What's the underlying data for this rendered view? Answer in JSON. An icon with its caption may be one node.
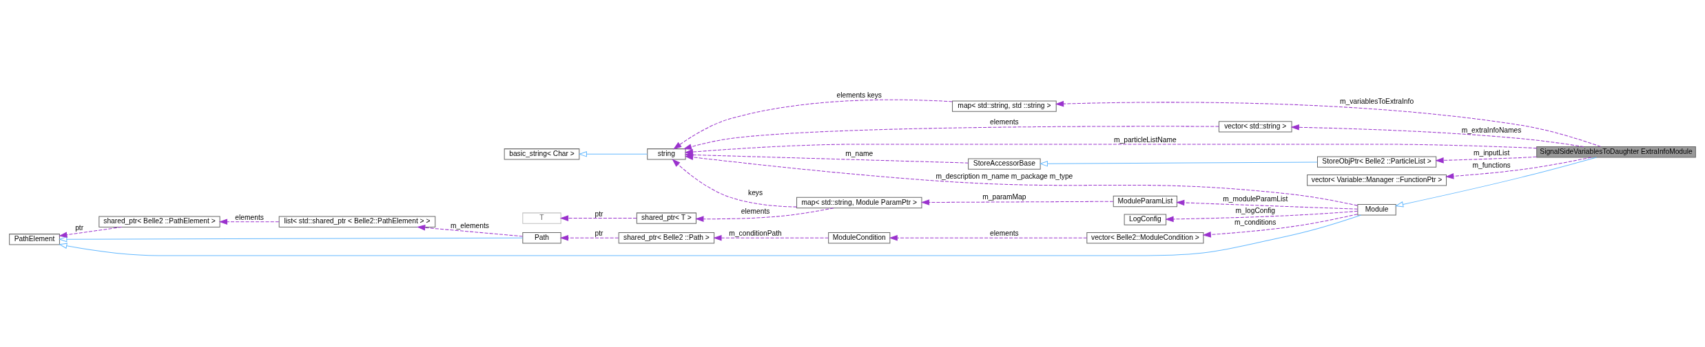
{
  "diagram": {
    "nodes": [
      {
        "text": [
          "SignalSideVariablesToDaughter ExtraInfoModule"
        ]
      },
      {
        "text": [
          "vector< std::string >"
        ]
      },
      {
        "text": [
          "string"
        ]
      },
      {
        "text": [
          "basic_string< Char >"
        ]
      },
      {
        "text": [
          "StoreObjPtr< Belle2 ::ParticleList >"
        ]
      },
      {
        "text": [
          "StoreAccessorBase"
        ]
      },
      {
        "text": [
          "map< std::string, std ::string >"
        ]
      },
      {
        "text": [
          "vector< Variable::Manager ::FunctionPtr >"
        ]
      },
      {
        "text": [
          "Module"
        ]
      },
      {
        "text": [
          "vector< Belle2::ModuleCondition >"
        ]
      },
      {
        "text": [
          "ModuleCondition"
        ]
      },
      {
        "text": [
          "shared_ptr< Belle2 ::Path >"
        ]
      },
      {
        "text": [
          "Path"
        ]
      },
      {
        "text": [
          "PathElement"
        ]
      },
      {
        "text": [
          "LogConfig"
        ]
      },
      {
        "text": [
          "ModuleParamList"
        ]
      },
      {
        "text": [
          "map< std::string, Module ParamPtr >"
        ]
      },
      {
        "text": [
          "shared_ptr< T >"
        ]
      },
      {
        "text": [
          "T"
        ]
      },
      {
        "text": [
          "shared_ptr< Belle2 ::PathElement >"
        ]
      },
      {
        "text": [
          "list< std::shared_ptr < Belle2::PathElement > >"
        ]
      }
    ],
    "edges": [
      {
        "from": 0,
        "to": 1,
        "arrow": "to",
        "label": "m_extraInfoNames",
        "style": "dashed"
      },
      {
        "from": 1,
        "to": 2,
        "arrow": "to",
        "label": "elements",
        "style": "dashed"
      },
      {
        "from": 0,
        "to": 2,
        "arrow": "to",
        "label": "m_particleListName",
        "style": "dashed"
      },
      {
        "from": 0,
        "to": 4,
        "arrow": "to",
        "label": "m_inputList",
        "style": "dashed"
      },
      {
        "from": 0,
        "to": 6,
        "arrow": "to",
        "label": "m_variablesToExtraInfo",
        "style": "dashed"
      },
      {
        "from": 0,
        "to": 7,
        "arrow": "to",
        "label": "m_functions",
        "style": "dashed"
      },
      {
        "from": 0,
        "to": 8,
        "arrow": "to",
        "color": "#63b8ff"
      },
      {
        "from": 2,
        "to": 3,
        "arrow": "to",
        "color": "#63b8ff"
      },
      {
        "from": 4,
        "to": 5,
        "arrow": "to",
        "color": "#63b8ff"
      },
      {
        "from": 5,
        "to": 2,
        "arrow": "to",
        "label": "m_name",
        "style": "dashed"
      },
      {
        "from": 6,
        "to": 2,
        "arrow": "to",
        "label": "elements keys",
        "style": "dashed"
      },
      {
        "from": 8,
        "to": 2,
        "arrow": "to",
        "label": "m_description m_name m_package m_type",
        "style": "dashed"
      },
      {
        "from": 16,
        "to": 2,
        "arrow": "to",
        "label": "keys",
        "style": "dashed"
      },
      {
        "from": 8,
        "to": 9,
        "arrow": "to",
        "label": "m_conditions",
        "style": "dashed"
      },
      {
        "from": 8,
        "to": 14,
        "arrow": "to",
        "label": "m_logConfig",
        "style": "dashed"
      },
      {
        "from": 8,
        "to": 15,
        "arrow": "to",
        "label": "m_moduleParamList",
        "style": "dashed"
      },
      {
        "from": 8,
        "to": 13,
        "arrow": "to",
        "color": "#63b8ff"
      },
      {
        "from": 9,
        "to": 10,
        "arrow": "to",
        "label": "elements",
        "style": "dashed"
      },
      {
        "from": 10,
        "to": 11,
        "arrow": "to",
        "label": "m_conditionPath",
        "style": "dashed"
      },
      {
        "from": 11,
        "to": 12,
        "arrow": "to",
        "label": "ptr",
        "style": "dashed"
      },
      {
        "from": 12,
        "to": 13,
        "arrow": "to",
        "color": "#63b8ff"
      },
      {
        "from": 12,
        "to": 20,
        "arrow": "to",
        "label": "m_elements",
        "style": "dashed"
      },
      {
        "from": 20,
        "to": 19,
        "arrow": "to",
        "label": "elements",
        "style": "dashed"
      },
      {
        "from": 19,
        "to": 13,
        "arrow": "to",
        "label": "ptr",
        "style": "dashed"
      },
      {
        "from": 15,
        "to": 16,
        "arrow": "to",
        "label": "m_paramMap",
        "style": "dashed"
      },
      {
        "from": 16,
        "to": 17,
        "arrow": "to",
        "label": "elements",
        "style": "dashed"
      },
      {
        "from": 17,
        "to": 18,
        "arrow": "to",
        "label": "ptr",
        "style": "dashed"
      }
    ]
  }
}
